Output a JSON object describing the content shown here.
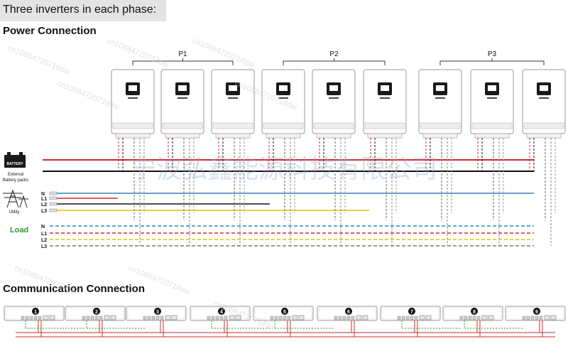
{
  "header": "Three inverters in each phase:",
  "power_title": "Power Connection",
  "comm_title": "Communication Connection",
  "phases": [
    "P1",
    "P2",
    "P3"
  ],
  "battery": {
    "icon_text": "BATTERY",
    "label_line1": "External",
    "label_line2": "Battery packs"
  },
  "utility": {
    "label": "Utility",
    "lines": [
      "N",
      "L1",
      "L2",
      "L3"
    ]
  },
  "load": {
    "label": "Load",
    "lines": [
      "N",
      "L1",
      "L2",
      "L3"
    ]
  },
  "comm_numbers": [
    "1",
    "2",
    "3",
    "4",
    "5",
    "6",
    "7",
    "8",
    "9"
  ],
  "watermark": {
    "chinese": "宁波弘鑫能源科技有限公司",
    "id": "cn1088472071ifdai"
  },
  "colors": {
    "red": "#d42a2a",
    "black": "#111111",
    "blue": "#3a7fc4",
    "yellow": "#e8c400",
    "green": "#2aa02a",
    "gray": "#777777"
  }
}
